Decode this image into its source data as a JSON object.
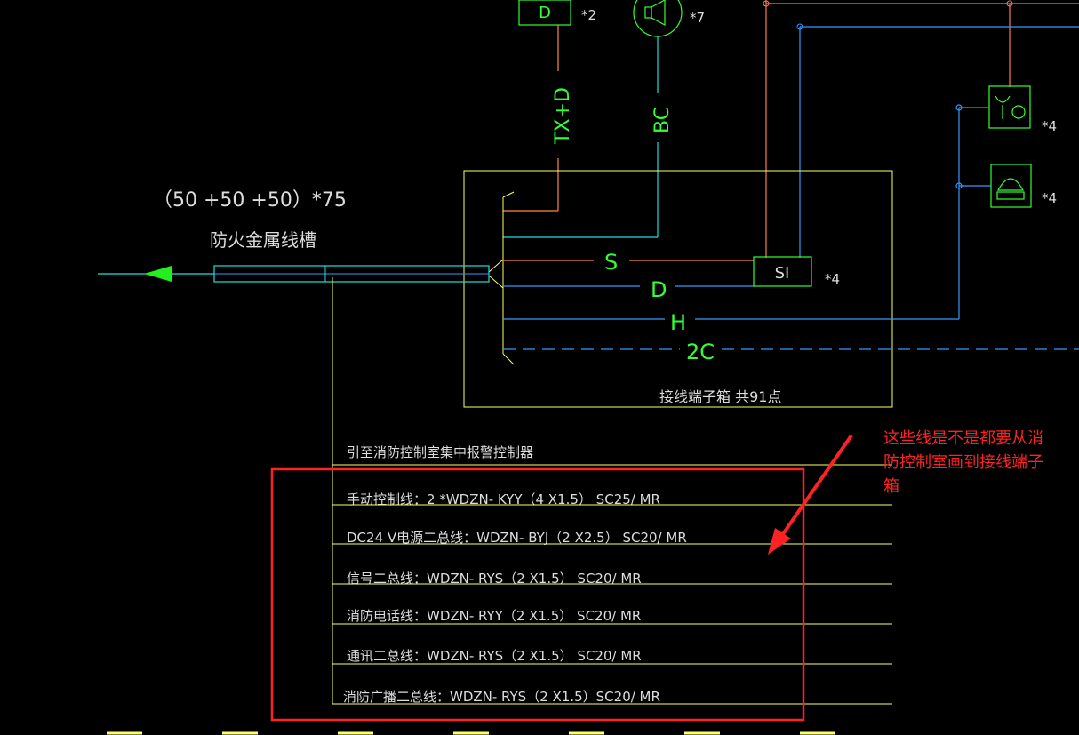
{
  "colors": {
    "background": "#000000",
    "yellow": "#ffff66",
    "green": "#33ff33",
    "cyan": "#22dddd",
    "blue": "#3399ff",
    "orange": "#ff8844",
    "white": "#dddddd",
    "red": "#ff2222"
  },
  "devices": {
    "detector_label": "D",
    "detector_count": "*2",
    "speaker_count": "*7",
    "phone_jack_count": "*4",
    "phone_count": "*4",
    "si_label": "SI",
    "si_count": "*4"
  },
  "cables": {
    "tx_d": "TX+D",
    "bc": "BC",
    "s": "S",
    "d": "D",
    "h": "H",
    "c2": "2C"
  },
  "trunking": {
    "size": "（50 +50 +50）*75",
    "name": "防火金属线槽"
  },
  "terminal_box": {
    "label": "接线端子箱  共91点"
  },
  "lead_note": "引至消防控制室集中报警控制器",
  "wiring_list": [
    "手动控制线：2 *WDZN- KYY（4 X1.5） SC25/ MR",
    "DC24 V电源二总线：WDZN- BYJ（2 X2.5） SC20/ MR",
    "信号二总线：WDZN- RYS（2 X1.5） SC20/ MR",
    "消防电话线：WDZN- RYY（2 X1.5） SC20/ MR",
    "通讯二总线：WDZN- RYS（2 X1.5） SC20/ MR",
    "消防广播二总线：WDZN- RYS（2 X1.5）SC20/ MR"
  ],
  "annotation": {
    "lines": [
      "这些线是不是都要从消",
      "防控制室画到接线端子",
      "箱"
    ]
  }
}
